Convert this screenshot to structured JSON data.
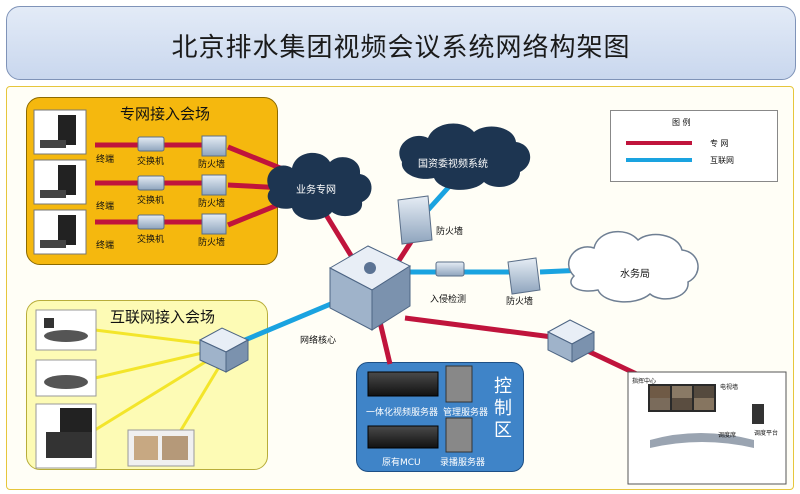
{
  "title": "北京排水集团视频会议系统网络构架图",
  "legend": {
    "title": "图 例",
    "items": [
      {
        "label": "专 网",
        "color": "#c0143c"
      },
      {
        "label": "互联网",
        "color": "#1aa3e0"
      }
    ]
  },
  "zones": {
    "private": "专网接入会场",
    "public": "互联网接入会场",
    "control_chars": [
      "控",
      "制",
      "区"
    ]
  },
  "labels": {
    "terminal": "终端",
    "switch": "交换机",
    "firewall": "防火墙",
    "business_net": "业务专网",
    "sasac_video": "国资委视频系统",
    "water_bureau": "水务局",
    "ids": "入侵检测",
    "network_core": "网络核心",
    "integrated_server": "一体化视频服务器",
    "management_server": "管理服务器",
    "mcu": "原有MCU",
    "recording_server": "录播服务器",
    "command_center": "指挥中心",
    "tv_wall": "电视墙",
    "dispatch_desk": "调度席",
    "dispatch_platform": "调度平台"
  }
}
